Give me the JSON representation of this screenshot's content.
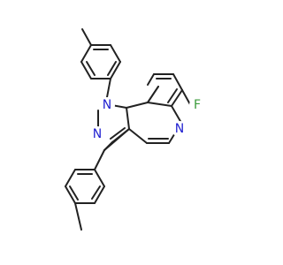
{
  "molecule": {
    "atoms": {
      "n1": {
        "symbol": "N",
        "color": "#1f1fd0"
      },
      "n2": {
        "symbol": "N",
        "color": "#1f1fd0"
      },
      "n5": {
        "symbol": "N",
        "color": "#1f1fd0"
      },
      "f": {
        "symbol": "F",
        "color": "#3a9a3a"
      }
    },
    "bond_color": "#222222",
    "background": "#ffffff"
  }
}
